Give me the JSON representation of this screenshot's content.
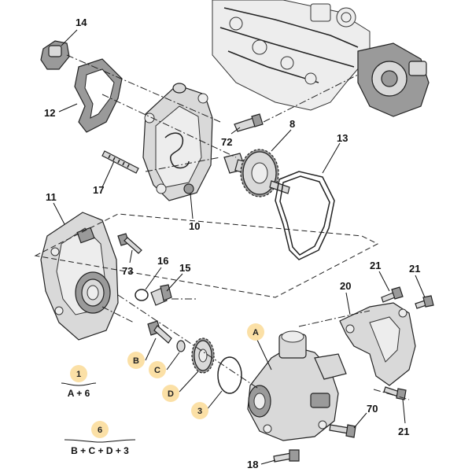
{
  "callouts": [
    {
      "id": "14",
      "label": "14"
    },
    {
      "id": "12",
      "label": "12"
    },
    {
      "id": "72",
      "label": "72"
    },
    {
      "id": "8",
      "label": "8"
    },
    {
      "id": "13",
      "label": "13"
    },
    {
      "id": "17",
      "label": "17"
    },
    {
      "id": "10",
      "label": "10"
    },
    {
      "id": "11",
      "label": "11"
    },
    {
      "id": "16",
      "label": "16"
    },
    {
      "id": "73",
      "label": "73"
    },
    {
      "id": "15",
      "label": "15"
    },
    {
      "id": "21a",
      "label": "21"
    },
    {
      "id": "21b",
      "label": "21"
    },
    {
      "id": "21c",
      "label": "21"
    },
    {
      "id": "20",
      "label": "20"
    },
    {
      "id": "70",
      "label": "70"
    },
    {
      "id": "18",
      "label": "18"
    }
  ],
  "letters": [
    {
      "id": "A",
      "label": "A"
    },
    {
      "id": "B",
      "label": "B"
    },
    {
      "id": "C",
      "label": "C"
    },
    {
      "id": "D",
      "label": "D"
    },
    {
      "id": "3",
      "label": "3"
    },
    {
      "id": "1",
      "label": "1"
    },
    {
      "id": "6",
      "label": "6"
    }
  ],
  "formulas": {
    "kit1": "A + 6",
    "kit6": "B + C + D + 3"
  },
  "colors": {
    "badge_fill": "#fbe0a6",
    "line": "#222222"
  }
}
